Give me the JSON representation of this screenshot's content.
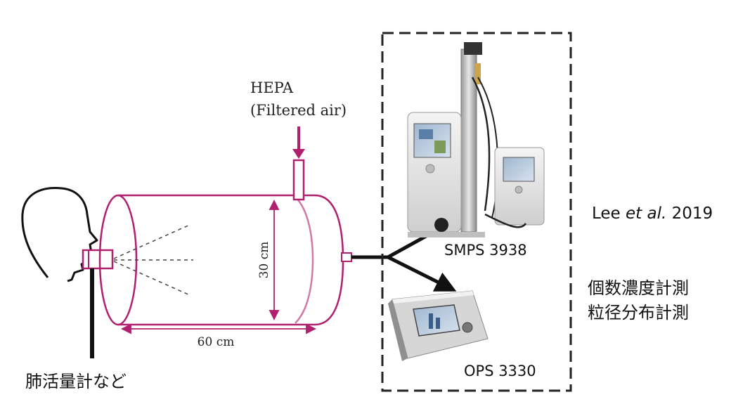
{
  "labels": {
    "hepa_line1": "HEPA",
    "hepa_line2": "(Filtered air)",
    "height_dim": "30 cm",
    "length_dim": "60 cm",
    "smps": "SMPS 3938",
    "ops": "OPS 3330",
    "citation_author": "Lee ",
    "citation_etal": "et al.",
    "citation_year": " 2019",
    "measure_count": "個数濃度計測",
    "measure_size": "粒径分布計測",
    "spirometer": "肺活量計など"
  },
  "colors": {
    "chamber": "#b0206e",
    "hepa_arrow": "#b0206e",
    "lines": "#111111",
    "instrument_body": "#e8e8e8"
  },
  "icons": {
    "head": "head-profile-icon",
    "smps": "smps-instrument-icon",
    "ops": "ops-instrument-icon"
  }
}
